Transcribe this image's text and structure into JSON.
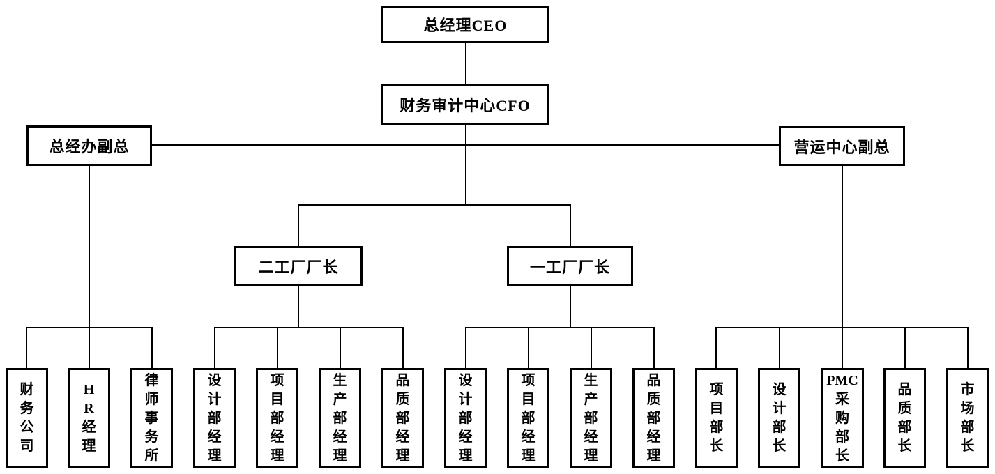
{
  "diagram": {
    "type": "org-chart",
    "line_color": "#000000",
    "box_border_color": "#000000",
    "background_color": "#ffffff",
    "nodes": {
      "ceo": "总经理CEO",
      "cfo": "财务审计中心CFO",
      "gm_office_vp": "总经办副总",
      "operations_center_vp": "营运中心副总",
      "factory2_director": "二工厂厂长",
      "factory1_director": "一工厂厂长",
      "finance_company": "财\n务\n公\n司",
      "hr_manager": "H\nR\n经\n理",
      "law_firm": "律\n师\n事\n务\n所",
      "f2_design_dept_manager": "设\n计\n部\n经\n理",
      "f2_project_dept_manager": "项\n目\n部\n经\n理",
      "f2_production_dept_manager": "生\n产\n部\n经\n理",
      "f2_quality_dept_manager": "品\n质\n部\n经\n理",
      "f1_design_dept_manager": "设\n计\n部\n经\n理",
      "f1_project_dept_manager": "项\n目\n部\n经\n理",
      "f1_production_dept_manager": "生\n产\n部\n经\n理",
      "f1_quality_dept_manager": "品\n质\n部\n经\n理",
      "ops_project_dept_chief": "项\n目\n部\n长",
      "ops_design_dept_chief": "设\n计\n部\n长",
      "ops_pmc_purchasing_dept_chief": "PMC\n采\n购\n部\n长",
      "ops_quality_dept_chief": "品\n质\n部\n长",
      "ops_market_dept_chief": "市\n场\n部\n长"
    }
  }
}
